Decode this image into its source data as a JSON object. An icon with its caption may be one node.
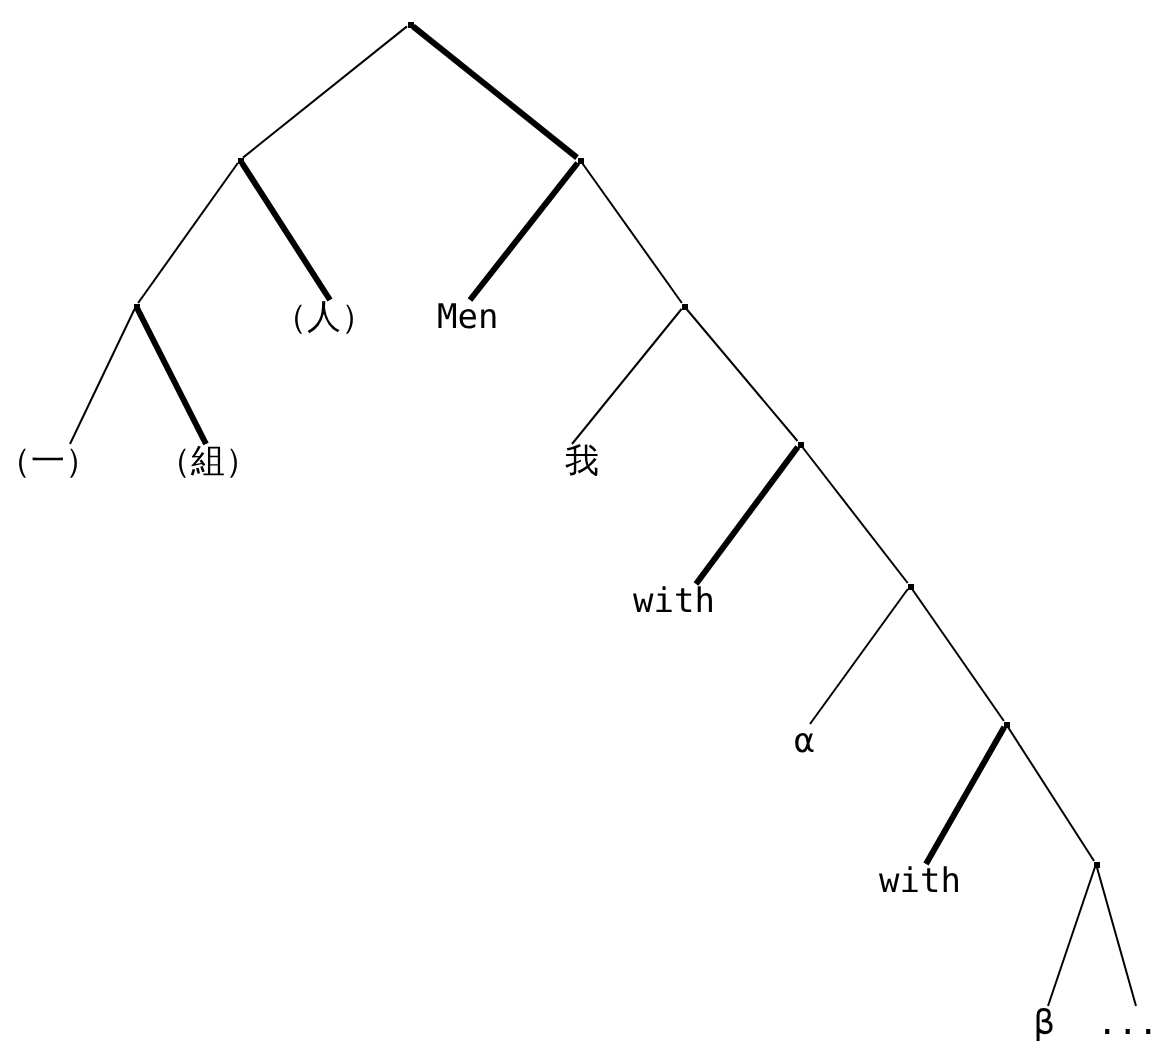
{
  "diagram": {
    "nodes": [
      {
        "text": [],
        "shape": "point"
      },
      {
        "text": [],
        "shape": "point"
      },
      {
        "text": [],
        "shape": "point"
      },
      {
        "text": [],
        "shape": "point"
      },
      {
        "text": [
          "（人）"
        ]
      },
      {
        "text": [
          "Men"
        ]
      },
      {
        "text": [],
        "shape": "point"
      },
      {
        "text": [
          "（一）"
        ]
      },
      {
        "text": [
          "（組）"
        ]
      },
      {
        "text": [
          "我"
        ]
      },
      {
        "text": [],
        "shape": "point"
      },
      {
        "text": [
          "with"
        ]
      },
      {
        "text": [],
        "shape": "point"
      },
      {
        "text": [
          "α"
        ]
      },
      {
        "text": [],
        "shape": "point"
      },
      {
        "text": [
          "with"
        ]
      },
      {
        "text": [],
        "shape": "point"
      },
      {
        "text": [
          "β"
        ]
      },
      {
        "text": [
          "..."
        ]
      }
    ],
    "edges": [
      {
        "from": 0,
        "to": 1,
        "arrow": "none"
      },
      {
        "from": 0,
        "to": 2,
        "arrow": "none",
        "style": "thick"
      },
      {
        "from": 1,
        "to": 3,
        "arrow": "none"
      },
      {
        "from": 1,
        "to": 4,
        "arrow": "none",
        "style": "thick"
      },
      {
        "from": 2,
        "to": 5,
        "arrow": "none",
        "style": "thick"
      },
      {
        "from": 2,
        "to": 6,
        "arrow": "none"
      },
      {
        "from": 3,
        "to": 7,
        "arrow": "none"
      },
      {
        "from": 3,
        "to": 8,
        "arrow": "none",
        "style": "thick"
      },
      {
        "from": 6,
        "to": 9,
        "arrow": "none"
      },
      {
        "from": 6,
        "to": 10,
        "arrow": "none"
      },
      {
        "from": 10,
        "to": 11,
        "arrow": "none",
        "style": "thick"
      },
      {
        "from": 10,
        "to": 12,
        "arrow": "none"
      },
      {
        "from": 12,
        "to": 13,
        "arrow": "none"
      },
      {
        "from": 12,
        "to": 14,
        "arrow": "none"
      },
      {
        "from": 14,
        "to": 15,
        "arrow": "none",
        "style": "thick"
      },
      {
        "from": 14,
        "to": 16,
        "arrow": "none"
      },
      {
        "from": 16,
        "to": 17,
        "arrow": "none"
      },
      {
        "from": 16,
        "to": 18,
        "arrow": "none"
      }
    ]
  }
}
